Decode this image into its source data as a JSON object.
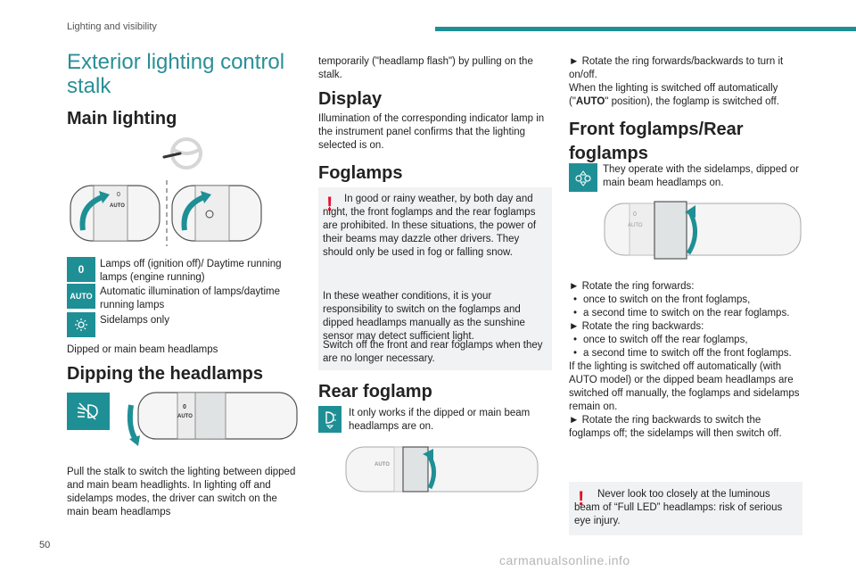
{
  "header": {
    "section": "Lighting and visibility",
    "page_number": "50"
  },
  "colors": {
    "accent": "#1f8f96",
    "warning": "#e1122e"
  },
  "col1": {
    "title": "Exterior lighting control stalk",
    "main_lighting": {
      "heading": "Main lighting",
      "legend": [
        {
          "icon": "0",
          "text": "Lamps off (ignition off)/ Daytime running lamps (engine running)"
        },
        {
          "icon": "AUTO",
          "text": "Automatic illumination of lamps/daytime running lamps"
        },
        {
          "icon": "sidelamps-icon",
          "text": "Sidelamps only"
        }
      ],
      "after_legend": "Dipped or main beam headlamps"
    },
    "dipping": {
      "heading": "Dipping the headlamps",
      "text": "Pull the stalk to switch the lighting between dipped and main beam headlights. In lighting off and sidelamps modes, the driver can switch on the main beam headlamps"
    },
    "stalk_labels": {
      "zero": "0",
      "auto": "AUTO"
    }
  },
  "col2": {
    "continuation": "temporarily (\"headlamp flash\") by pulling on the stalk.",
    "display": {
      "heading": "Display",
      "text": "Illumination of the corresponding indicator lamp in the instrument panel confirms that the lighting selected is on."
    },
    "foglamps": {
      "heading": "Foglamps",
      "warning_p1": "In good or rainy weather, by both day and night, the front foglamps and the rear foglamps are prohibited. In these situations, the power of their beams may dazzle other drivers. They should only be used in fog or falling snow.",
      "warning_p2": "In these weather conditions, it is your responsibility to switch on the foglamps and dipped headlamps manually as the sunshine sensor may detect sufficient light.",
      "warning_p3": "Switch off the front and rear foglamps when they are no longer necessary."
    },
    "rear_foglamp": {
      "heading": "Rear foglamp",
      "text": "It only works if the dipped or main beam headlamps are on."
    }
  },
  "col3": {
    "intro_1": "► Rotate the ring forwards/backwards to turn it on/off.",
    "intro_2_a": "When the lighting is switched off automatically (\"",
    "intro_2_b": "AUTO",
    "intro_2_c": "\" position), the foglamp is switched off.",
    "front_rear": {
      "heading": "Front foglamps/Rear foglamps",
      "icon_text": "They operate with the sidelamps, dipped or main beam headlamps on.",
      "forward": "► Rotate the ring forwards:",
      "forward_items": [
        "once to switch on the front foglamps,",
        "a second time to switch on the rear foglamps."
      ],
      "backward": "► Rotate the ring backwards:",
      "backward_items": [
        "once to switch off the rear foglamps,",
        "a second time to switch off the front foglamps."
      ],
      "auto_text": "If the lighting is switched off automatically (with AUTO model) or the dipped beam headlamps are switched off manually, the foglamps and sidelamps remain on.",
      "rotate_back": "► Rotate the ring backwards to switch the foglamps off; the sidelamps will then switch off."
    },
    "warning": "Never look too closely at the luminous beam of “Full LED” headlamps: risk of serious eye injury."
  },
  "watermark": "carmanualsonline.info"
}
